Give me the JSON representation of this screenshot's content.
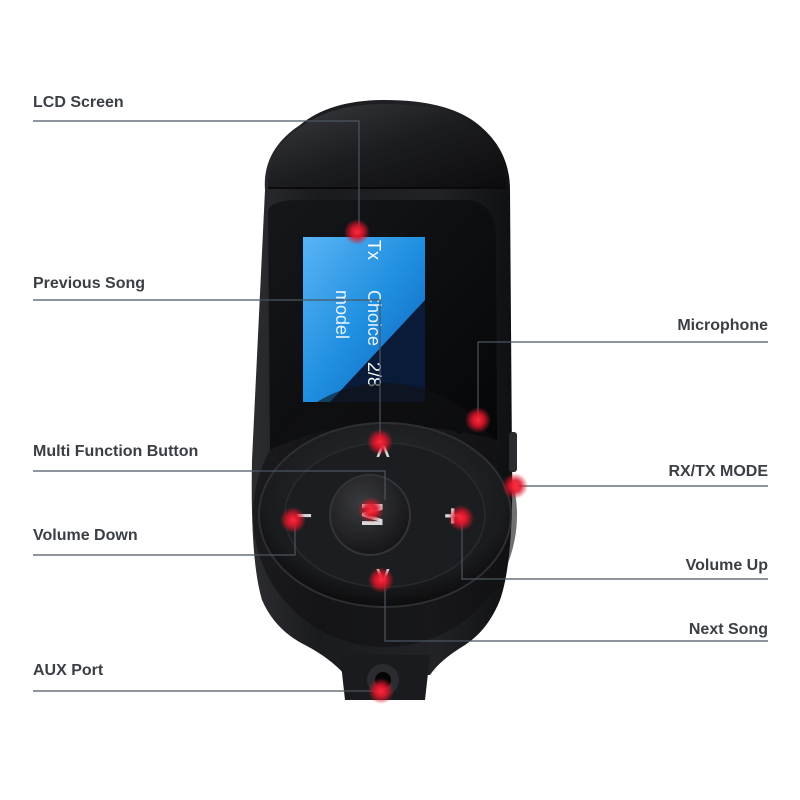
{
  "callouts": {
    "lcd_screen": "LCD Screen",
    "previous_song": "Previous Song",
    "multi_function_button": "Multi Function Button",
    "volume_down": "Volume Down",
    "aux_port": "AUX Port",
    "microphone": "Microphone",
    "rx_tx_mode": "RX/TX MODE",
    "volume_up": "Volume Up",
    "next_song": "Next Song"
  },
  "screen": {
    "line1": "Tx",
    "line2": "Choice",
    "line3": "model",
    "counter": "2/8"
  },
  "buttons": {
    "center": "M",
    "prev": "<",
    "next": ">",
    "minus": "−",
    "plus": "+"
  },
  "colors": {
    "leader_line": "#4a5560",
    "marker": "#e0162b",
    "device_body": "#1e1f22",
    "screen_blue": "#1f8fe0",
    "screen_dark": "#0a1b3a"
  }
}
